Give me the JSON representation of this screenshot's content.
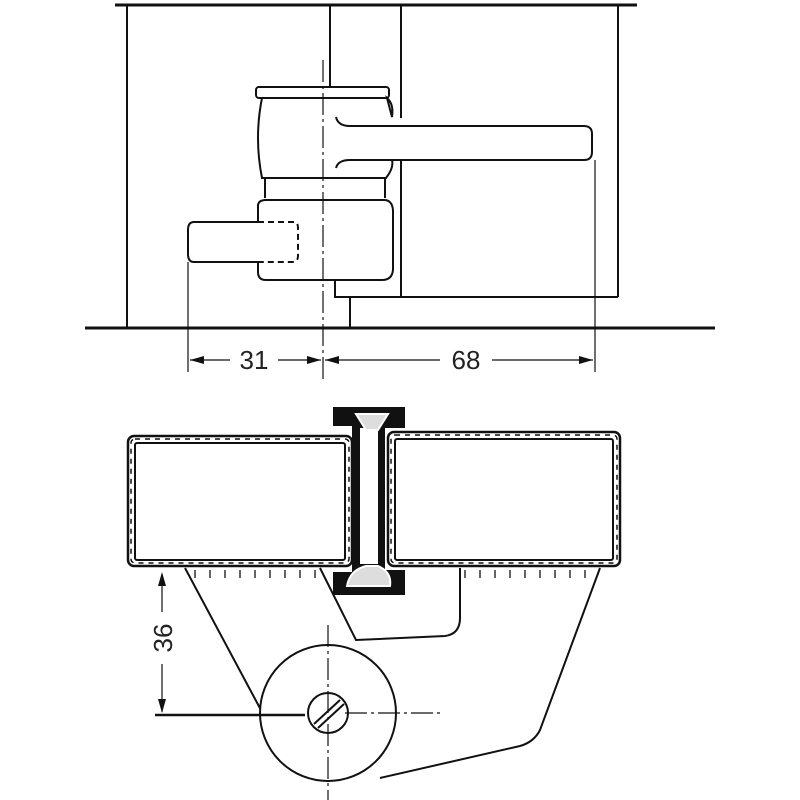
{
  "drawing": {
    "top_view": {
      "dimension_left": "31",
      "dimension_right": "68"
    },
    "section_view": {
      "dimension_height": "36"
    },
    "line_color": "#111111",
    "background": "#ffffff"
  }
}
